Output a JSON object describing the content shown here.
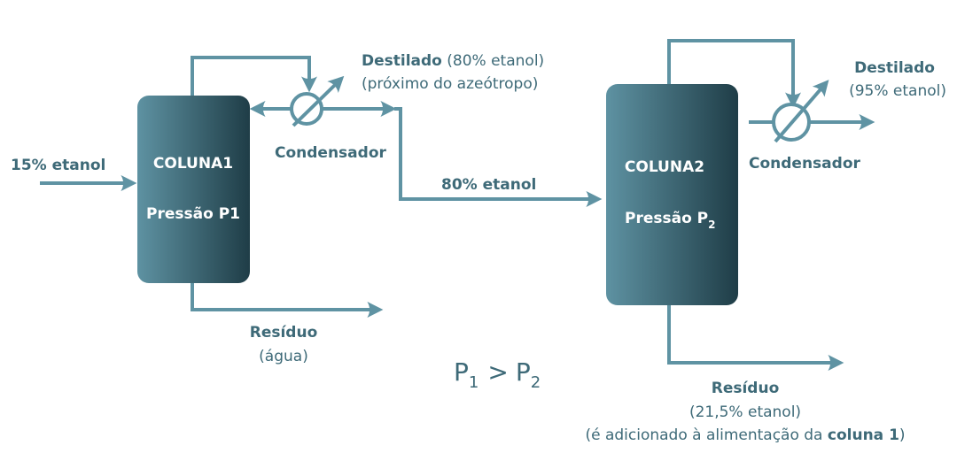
{
  "colors": {
    "line": "#5f93a3",
    "text": "#3e6a78",
    "column_light": "#5e92a2",
    "column_dark": "#1f3d47"
  },
  "column1": {
    "name": "COLUNA1",
    "pressure": "Pressão P1"
  },
  "column2": {
    "name": "COLUNA2",
    "pressure_prefix": "Pressão P",
    "pressure_sub": "2"
  },
  "feed1": "15% etanol",
  "condenser1": {
    "label": "Condensador"
  },
  "distillate1": {
    "title": "Destilado",
    "comp": "(80% etanol)",
    "note": "(próximo do azeótropo)"
  },
  "feed2": "80% etanol",
  "residue1": {
    "title": "Resíduo",
    "comp": "(água)"
  },
  "pressure_relation": {
    "p": "P",
    "sub1": "1",
    "op": ">",
    "sub2": "2"
  },
  "condenser2": {
    "label": "Condensador"
  },
  "distillate2": {
    "title": "Destilado",
    "comp": "(95% etanol)"
  },
  "residue2": {
    "title": "Resíduo",
    "comp": "(21,5% etanol)",
    "note_prefix": "(é adicionado à alimentação da ",
    "note_bold": "coluna 1",
    "note_suffix": ")"
  }
}
